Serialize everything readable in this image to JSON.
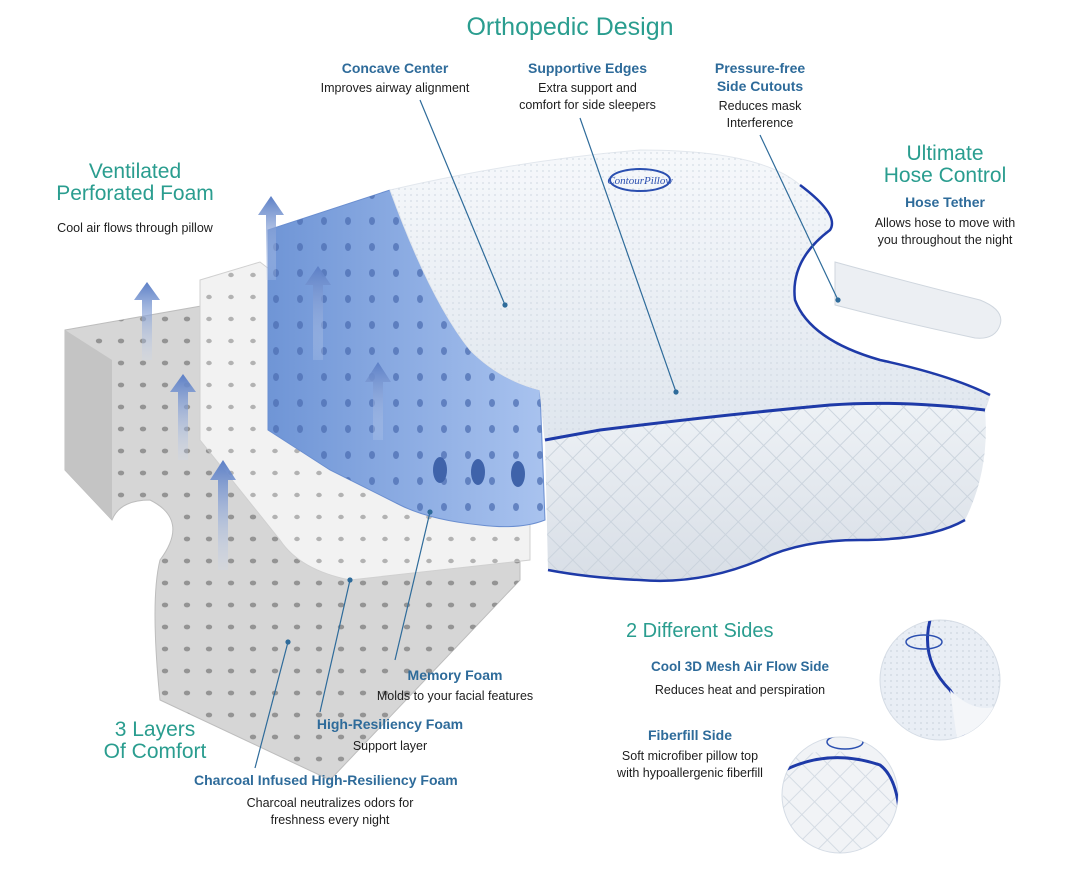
{
  "colors": {
    "teal_title": "#2a9d8f",
    "blue_subtitle": "#2e6b9a",
    "gel_blue": "#8fb0e6",
    "foam_gray": "#d9d9d9",
    "piping_blue": "#1e3aa8"
  },
  "header": {
    "title": "Orthopedic Design"
  },
  "callouts": {
    "concave": {
      "title": "Concave Center",
      "desc": "Improves airway alignment"
    },
    "edges": {
      "title": "Supportive Edges",
      "desc_1": "Extra support and",
      "desc_2": "comfort for side sleepers"
    },
    "cutouts": {
      "title_1": "Pressure-free",
      "title_2": "Side Cutouts",
      "desc_1": "Reduces mask",
      "desc_2": "Interference"
    },
    "hose": {
      "heading_1": "Ultimate",
      "heading_2": "Hose Control",
      "title": "Hose Tether",
      "desc_1": "Allows hose to move with",
      "desc_2": "you throughout the night"
    },
    "ventilated": {
      "heading_1": "Ventilated",
      "heading_2": "Perforated Foam",
      "desc": "Cool air flows through pillow"
    },
    "memory": {
      "title": "Memory Foam",
      "desc": "Molds to your facial features"
    },
    "hr_foam": {
      "title": "High-Resiliency Foam",
      "desc": "Support layer"
    },
    "charcoal": {
      "title": "Charcoal Infused High-Resiliency Foam",
      "desc_1": "Charcoal neutralizes odors for",
      "desc_2": "freshness every night"
    },
    "layers": {
      "heading_1": "3 Layers",
      "heading_2": "Of Comfort"
    },
    "sides": {
      "heading": "2 Different Sides",
      "mesh_title": "Cool 3D Mesh Air Flow Side",
      "mesh_desc": "Reduces heat and perspiration",
      "fiber_title": "Fiberfill Side",
      "fiber_desc_1": "Soft microfiber pillow top",
      "fiber_desc_2": "with hypoallergenic fiberfill"
    }
  },
  "brand_logo_text": "ContourPillow"
}
